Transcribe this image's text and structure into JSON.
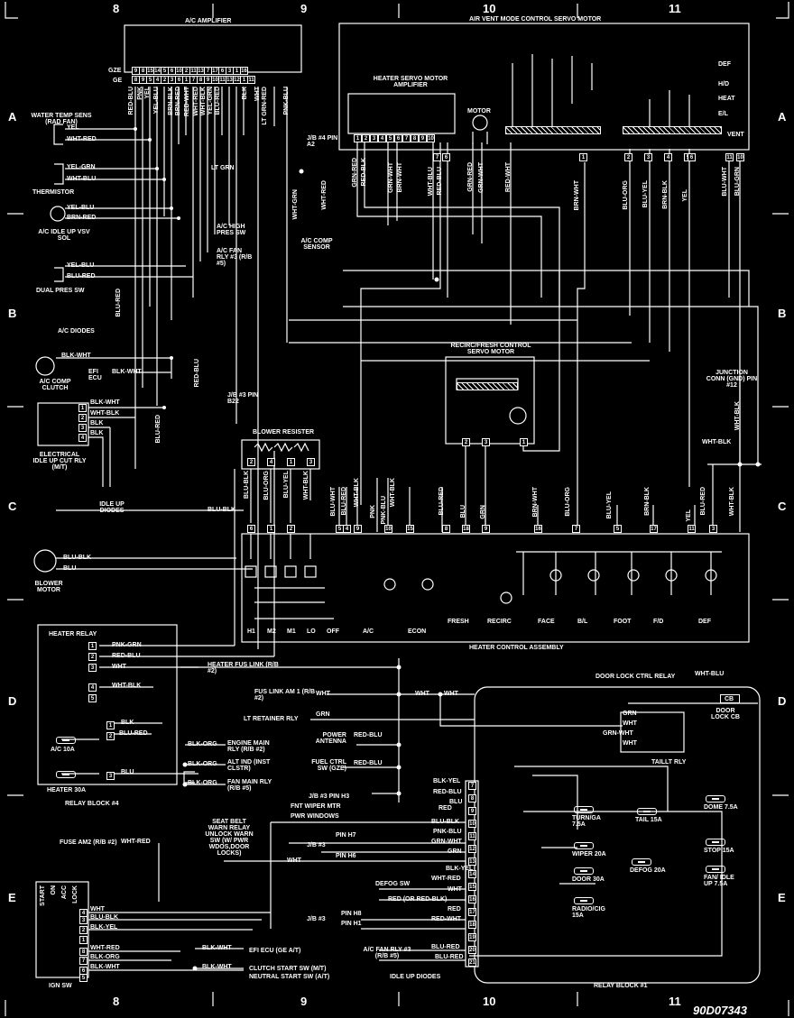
{
  "grid": {
    "columns": [
      "8",
      "9",
      "10",
      "11"
    ],
    "rows": [
      "A",
      "B",
      "C",
      "D",
      "E"
    ],
    "diagram_id": "90D07343"
  },
  "components": {
    "ac_amplifier": {
      "title": "A/C AMPLIFIER",
      "gze": "GZE",
      "ge": "GE",
      "gze_pins": [
        "9",
        "8",
        "15",
        "14",
        "5",
        "6",
        "10",
        "2",
        "11",
        "13",
        "7",
        "17",
        "6",
        "3",
        "1",
        "16"
      ],
      "ge_pins": [
        "8",
        "9",
        "5",
        "4",
        "2",
        "3",
        "6",
        "1",
        "7",
        "8",
        "9",
        "10",
        "11",
        "13",
        "12",
        "1",
        "11"
      ],
      "wires": [
        "RED-BLU",
        "PNK",
        "YEL",
        "YEL-BLU",
        "BRN-BLK",
        "BRN-RED",
        "RED-WHT",
        "WHT-RED",
        "WHT-BLK",
        "YEL-GRN",
        "BLU-RED",
        "BLK",
        "WHT",
        "LT GRN-RED",
        "PNK-BLU"
      ]
    },
    "air_vent": {
      "title": "AIR VENT MODE CONTROL SERVO MOTOR",
      "modes": [
        "DEF",
        "H/D",
        "HEAT",
        "E/L",
        "VENT"
      ],
      "pins": [
        "1",
        "2",
        "3",
        "4",
        "5",
        "6",
        "11",
        "10"
      ],
      "wires": [
        "BRN-WHT",
        "BLU-ORG",
        "BLU-YEL",
        "BRN-BLK",
        "YEL",
        "BLU-WHT",
        "BLU-GRN"
      ]
    },
    "heater_servo": {
      "title": "HEATER SERVO MOTOR AMPLIFIER",
      "motor": "MOTOR",
      "pins": [
        "1",
        "2",
        "3",
        "4",
        "5",
        "6",
        "7",
        "8",
        "9",
        "10",
        "7",
        "6"
      ],
      "wires": [
        "GRN-RED",
        "RED-BLK",
        "GRN-WHT",
        "BRN-WHT",
        "WHT-BLU",
        "RED-BLU",
        "GRN-RED",
        "GRN-WHT",
        "RED-WHT"
      ]
    },
    "left_side": {
      "water_temp": "WATER TEMP SENS (RAD FAN)",
      "water_temp_wires": [
        "YEL",
        "WHT-RED"
      ],
      "thermistor": "THERMISTOR",
      "thermistor_wires": [
        "YEL-GRN",
        "WHT-BLU"
      ],
      "idle_up": "A/C IDLE UP VSV SOL",
      "idle_up_wires": [
        "YEL-BLU",
        "BRN-RED"
      ],
      "dual_pres": "DUAL PRES SW",
      "dual_pres_wires": [
        "YEL-BLU",
        "BLU-RED"
      ],
      "ac_diodes": "A/C DIODES",
      "ac_diodes_wire": "BLU-RED",
      "comp_clutch": "A/C COMP CLUTCH",
      "comp_clutch_wire": "BLK-WHT",
      "efi_ecu": "EFI ECU",
      "efi_ecu_wire": "BLK-WHT",
      "idle_relay": "ELECTRICAL IDLE UP CUT RLY (M/T)",
      "idle_relay_wires": [
        "BLK-WHT",
        "WHT-BLK",
        "BLK",
        "BLK"
      ],
      "idle_relay_pins": [
        "1",
        "2",
        "3",
        "4"
      ],
      "idle_diodes": "IDLE UP DIODES",
      "blower_motor": "BLOWER MOTOR",
      "blower_wires": [
        "BLU-BLK",
        "BLU"
      ],
      "blu_blk": "BLU-BLK",
      "red_blu_v": "RED-BLU",
      "blu_red_v": "BLU-RED"
    },
    "mid_labels": {
      "jb4": "J/B #4 PIN A2",
      "lt_grn": "LT GRN",
      "ac_high": "A/C HIGH PRES SW",
      "ac_fan": "A/C FAN RLY #3 (R/B #5)",
      "ac_comp_sensor": "A/C COMP SENSOR",
      "comp_wires": [
        "WHT-GRN",
        "WHT-RED"
      ],
      "jb3": "J/B #3 PIN B22"
    },
    "recirc": {
      "title": "RECIRC/FRESH CONTROL SERVO MOTOR",
      "pins": [
        "2",
        "3",
        "1"
      ]
    },
    "junction": {
      "label": "JUNCTION CONN (GND) PIN #12",
      "wire": "WHT-BLK",
      "wire2": "WHT-BLK"
    },
    "blower_resister": {
      "title": "BLOWER RESISTER",
      "pins": [
        "2",
        "4",
        "1",
        "3"
      ],
      "wires": [
        "BLU-BLK",
        "BLU-ORG",
        "BLU-YEL",
        "WHT-BLK"
      ]
    },
    "heater_control": {
      "title": "HEATER CONTROL ASSEMBLY",
      "pins": [
        "6",
        "1",
        "2",
        "5",
        "4",
        "9",
        "10",
        "15",
        "8",
        "18",
        "9",
        "16",
        "7",
        "5",
        "17",
        "11",
        "3"
      ],
      "wires": [
        "BLU-WHT",
        "BLU-RED",
        "WHT-BLK",
        "PNK",
        "PNK-BLU",
        "WHT-BLK",
        "BLU-RED",
        "BLU",
        "GRN",
        "BRN-WHT",
        "BLU-ORG",
        "BLU-YEL",
        "BRN-BLK",
        "YEL",
        "BLU-RED",
        "WHT-BLK"
      ],
      "switches": [
        "H1",
        "M2",
        "M1",
        "LO",
        "OFF",
        "A/C",
        "ECON",
        "FRESH",
        "RECIRC",
        "FACE",
        "B/L",
        "FOOT",
        "F/D",
        "DEF"
      ]
    },
    "heater_relay": {
      "title": "HEATER RELAY",
      "wires": [
        "PNK-GRN",
        "RED-BLU",
        "WHT",
        "WHT-BLK"
      ],
      "pins": [
        "1",
        "2",
        "3",
        "4",
        "5"
      ],
      "fus_link": "HEATER FUS LINK (R/B #2)",
      "ac_fuse": "A/C 10A",
      "heater_fuse": "HEATER 30A",
      "block": "RELAY BLOCK #4",
      "lower_wires": [
        "BLK",
        "BLU-RED",
        "BLU"
      ],
      "lower_pins": [
        "1",
        "2",
        "3"
      ]
    },
    "center_labels": {
      "fus_am1": "FUS LINK AM 1 (R/B #2)",
      "fus_am1_wire": "WHT",
      "wht1": "WHT",
      "wht2": "WHT",
      "lt_retainer": "LT RETAINER RLY",
      "lt_retainer_wire": "GRN",
      "power_antenna": "POWER ANTENNA",
      "power_antenna_wire": "RED-BLU",
      "fuel_ctrl": "FUEL CTRL SW (GZE)",
      "fuel_ctrl_wire": "RED-BLU",
      "engine_main": "ENGINE MAIN RLY (R/B #2)",
      "engine_main_wire": "BLK-ORG",
      "alt_ind": "ALT IND (INST CLSTR)",
      "alt_ind_wire": "BLK-ORG",
      "fan_main": "FAN MAIN RLY (R/B #5)",
      "fan_main_wire": "BLK-ORG",
      "jb3_h3": "J/B #3 PIN H3",
      "fnt_wiper": "FNT WIPER MTR",
      "pwr_windows": "PWR WINDOWS",
      "seat_belt": "SEAT BELT WARN RELAY UNLOCK WARN SW (W/ PWR WDOS,DOOR LOCKS)",
      "jb3b": "J/B #3",
      "pin_h7": "PIN H7",
      "pin_h6": "PIN H6",
      "defog_sw": "DEFOG SW",
      "jb3c": "J/B #3",
      "pin_h8": "PIN H8",
      "pin_h1": "PIN H1",
      "ac_fan_rly": "A/C FAN RLY #3 (R/B #5)",
      "idle_up_diodes": "IDLE UP DIODES",
      "fuse_am2": "FUSE AM2 (R/B #2)",
      "fuse_am2_wire": "WHT-RED",
      "efi_ecu": "EFI ECU (GE A/T)",
      "efi_ecu_wire": "BLK-WHT",
      "clutch_start": "CLUTCH START SW (M/T)",
      "neutral_start": "NEUTRAL START SW (A/T)",
      "clutch_wire": "BLK-WHT",
      "wht3": "WHT"
    },
    "ign_sw": {
      "title": "IGN SW",
      "cols": [
        "START",
        "ON",
        "ACC",
        "LOCK"
      ],
      "pins": [
        "4",
        "3",
        "2",
        "1",
        "8",
        "7",
        "6",
        "5"
      ],
      "wires": [
        "WHT",
        "BLU-BLK",
        "BLK-YEL",
        "WHT-RED",
        "BLK-ORG",
        "BLK-WHT"
      ]
    },
    "relay_block1": {
      "title": "RELAY BLOCK #1",
      "pins": [
        "7",
        "8",
        "9",
        "10",
        "11",
        "12",
        "13",
        "14",
        "15",
        "16",
        "17",
        "18",
        "19",
        "20",
        "21"
      ],
      "wires": [
        "BLK-YEL",
        "RED-BLU",
        "BLU",
        "BLU-BLK",
        "PNK-BLU",
        "GRN-WHT",
        "GRN",
        "BLK-YEL",
        "WHT-RED",
        "WHT",
        "RED (OR RED-BLK)",
        "RED-WHT",
        "BLU-RED",
        "RED",
        "BLU-RED"
      ],
      "fuses": [
        "TURN/GA 7.5A",
        "TAIL 15A",
        "WIPER 20A",
        "DOOR 30A",
        "RADIO/CIG 15A",
        "DEFOG 20A",
        "DOME 7.5A",
        "STOP 15A",
        "FAN/ IDLE UP 7.5A"
      ],
      "door_lock_relay": "DOOR LOCK CTRL RELAY",
      "door_lock_wire": "WHT-BLU",
      "door_lock_cb": "DOOR LOCK CB",
      "cb": "CB",
      "taillt_rly": "TAILLT RLY",
      "taillt_wires": [
        "GRN",
        "WHT",
        "GRN-WHT",
        "WHT"
      ],
      "red": "RED"
    }
  }
}
